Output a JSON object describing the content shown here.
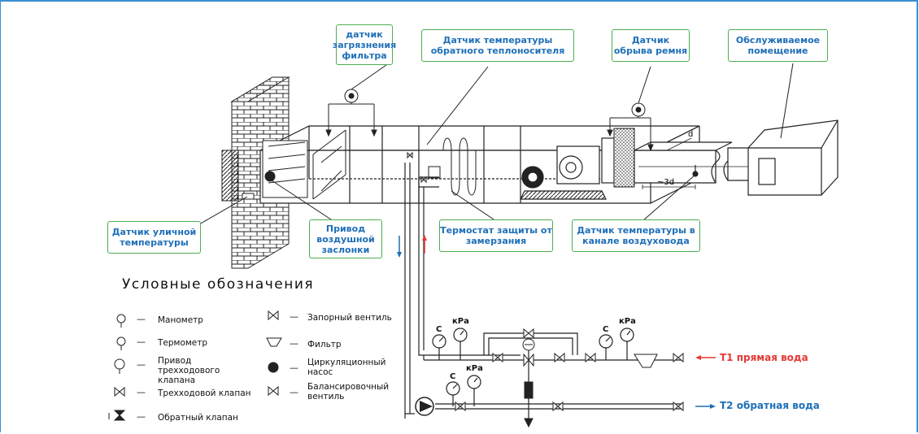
{
  "labels": {
    "filter_sensor": "датчик загрязнения фильтра",
    "return_temp_sensor": "Датчик температуры обратного теплоносителя",
    "belt_sensor": "Датчик обрыва ремня",
    "served_room": "Обслуживаемое помещение",
    "outdoor_temp_sensor": "Датчик уличной температуры",
    "damper_actuator": "Привод воздушной заслонки",
    "frost_thermostat": "Термостат защиты от замерзания",
    "duct_temp_sensor": "Датчик температуры в канале воздуховода"
  },
  "diagram": {
    "dim_d": "d",
    "dim_3d": "~3d",
    "gauge_c": "C",
    "gauge_kpa": "кРа"
  },
  "flows": {
    "t1": "T1  прямая вода",
    "t2": "T2  обратная вода"
  },
  "legend": {
    "title": "Условные обозначения",
    "dash": "—",
    "items_left": [
      {
        "icon": "manometer-icon",
        "label": "Манометр"
      },
      {
        "icon": "thermometer-icon",
        "label": "Термометр"
      },
      {
        "icon": "three-way-valve-actuator-icon",
        "label": "Привод трехходового клапана"
      },
      {
        "icon": "three-way-valve-icon",
        "label": "Трехходовой клапан"
      },
      {
        "icon": "check-valve-icon",
        "label": "Обратный клапан"
      }
    ],
    "items_right": [
      {
        "icon": "shutoff-valve-icon",
        "label": "Запорный вентиль"
      },
      {
        "icon": "filter-icon",
        "label": "Фильтр"
      },
      {
        "icon": "circulation-pump-icon",
        "label": "Циркуляционный насос"
      },
      {
        "icon": "balancing-valve-icon",
        "label": "Балансировочный вентиль"
      }
    ]
  },
  "colors": {
    "label_border": "#4caf50",
    "label_text": "#1e6fb8",
    "supply": "#e53935",
    "return": "#1e6fb8",
    "frame": "#3b8fd0"
  }
}
